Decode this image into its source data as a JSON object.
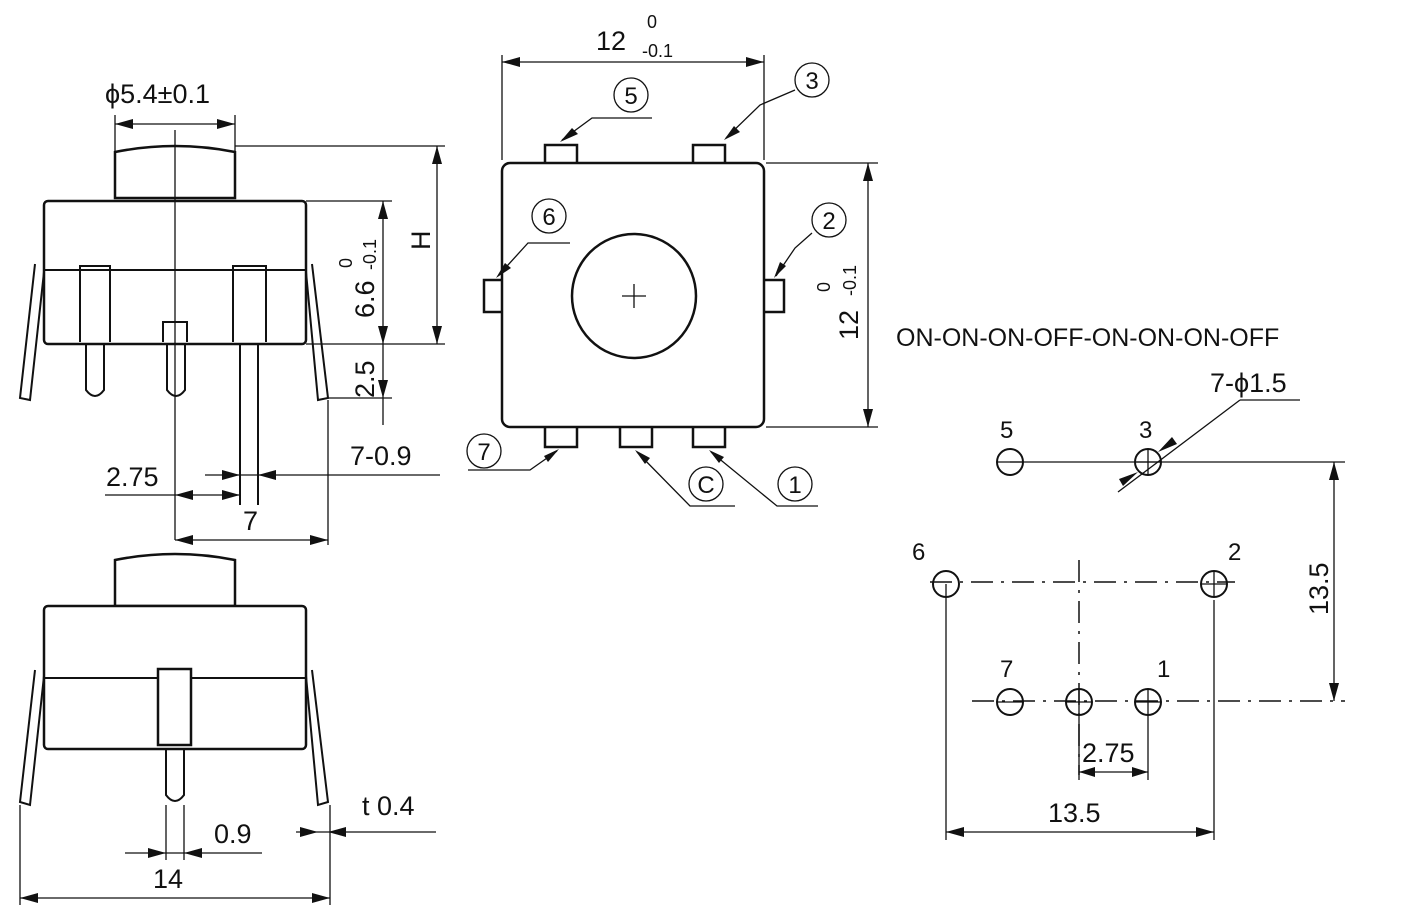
{
  "front_view": {
    "dia_label": "ϕ5.4±0.1",
    "h_label": "H",
    "h66_main": "6.6",
    "h66_up": "0",
    "h66_low": "-0.1",
    "h25_label": "2.5",
    "pin_label": "7-0.9",
    "pitch_label": "2.75",
    "span_label": "7"
  },
  "top_view": {
    "w12_main": "12",
    "w12_up": "0",
    "w12_low": "-0.1",
    "h12_main": "12",
    "h12_up": "0",
    "h12_low": "-0.1",
    "pins": [
      "5",
      "3",
      "6",
      "2",
      "7",
      "C",
      "1"
    ]
  },
  "side_view": {
    "t_label": "t 0.4",
    "w09_label": "0.9",
    "w14_label": "14"
  },
  "footprint": {
    "sequence_label": "ON-ON-ON-OFF-ON-ON-ON-OFF",
    "hole_label": "7-ϕ1.5",
    "hole_numbers": [
      "5",
      "3",
      "6",
      "2",
      "7",
      "1"
    ],
    "vspan_label": "13.5",
    "pitch_label": "2.75",
    "hspan_label": "13.5"
  }
}
